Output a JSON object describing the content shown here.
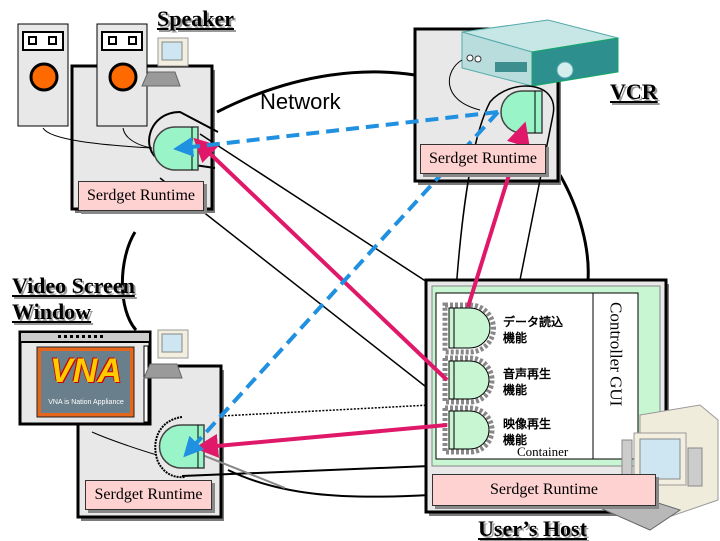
{
  "labels": {
    "speaker": "Speaker",
    "vcr": "VCR",
    "network": "Network",
    "video_screen_window_line1": "Video Screen",
    "video_screen_window_line2": "Window",
    "users_host": "User’s Host",
    "controller_gui": "Controller GUI",
    "container": "Container",
    "vna_logo": "VNA",
    "vna_tagline": "VNA is Nation Appliance"
  },
  "runtimes": {
    "speaker_host": "Serdget Runtime",
    "vcr_host": "Serdget Runtime",
    "video_host": "Serdget Runtime",
    "user_host": "Serdget Runtime"
  },
  "functions": [
    {
      "line1": "データ読込",
      "line2": "機能"
    },
    {
      "line1": "音声再生",
      "line2": "機能"
    },
    {
      "line1": "映像再生",
      "line2": "機能"
    }
  ],
  "colors": {
    "host_box": "#e8e8e8",
    "runtime_fill": "#ffd2d2",
    "component_fill": "#99f5c8",
    "container_bg": "#c8f5d2",
    "control_arrow": "#e0186a",
    "data_stream": "#2090e0",
    "speaker_cone": "#ff6a00"
  }
}
